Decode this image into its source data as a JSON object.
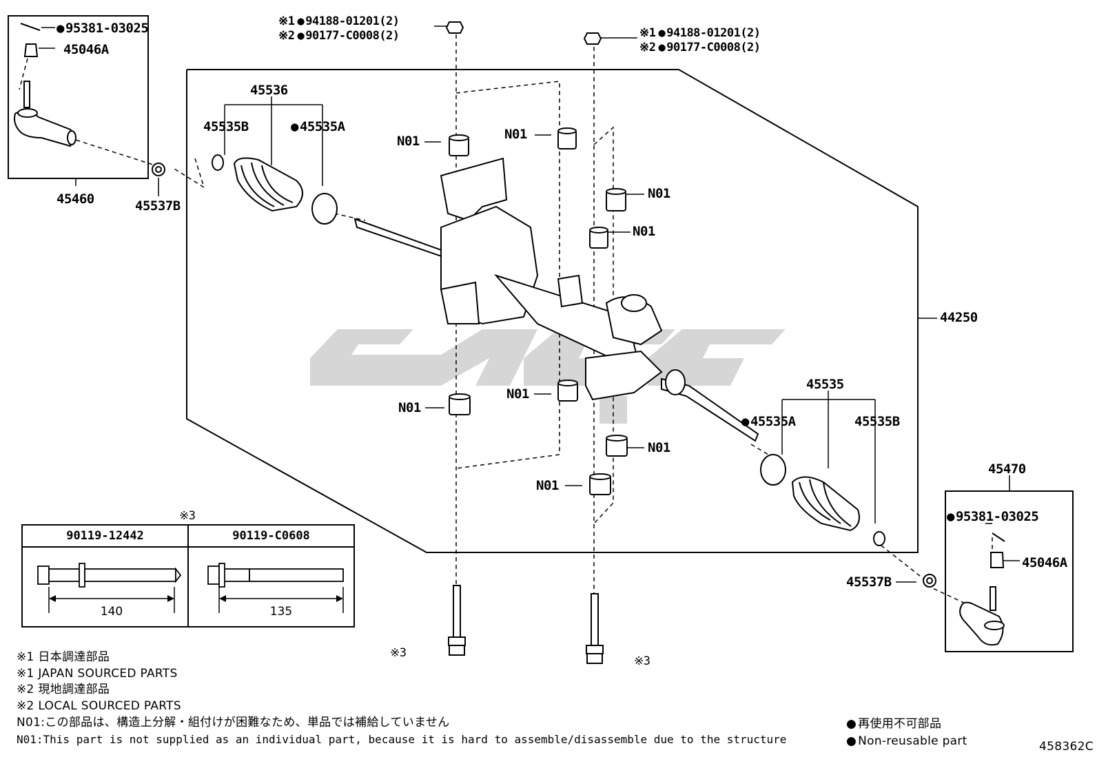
{
  "parts": {
    "cotter_pin_left": "95381-03025",
    "castle_nut_left": "45046A",
    "tie_rod_end_left": "45460",
    "lock_nut_left": "45537B",
    "boot_set_left": "45536",
    "boot_clip_left": "45535B",
    "boot_clamp_left": "45535A",
    "steering_gear_assy": "44250",
    "boot_set_right": "45535",
    "boot_clamp_right": "45535A",
    "boot_clip_right": "45535B",
    "lock_nut_right": "45537B",
    "tie_rod_end_right": "45470",
    "cotter_pin_right": "95381-03025",
    "castle_nut_right": "45046A"
  },
  "nuts_left": {
    "japan": "94188-01201(2)",
    "local": "90177-C0008(2)",
    "mark1": "※1",
    "mark2": "※2"
  },
  "nuts_right": {
    "japan": "94188-01201(2)",
    "local": "90177-C0008(2)",
    "mark1": "※1",
    "mark2": "※2"
  },
  "n01": "N01",
  "bolt_mark": "※3",
  "bolt_table": {
    "mark": "※3",
    "headers": [
      "90119-12442",
      "90119-C0608"
    ],
    "lengths": [
      "140",
      "135"
    ]
  },
  "notes": [
    "※1 日本調達部品",
    "※1 JAPAN SOURCED PARTS",
    "※2 現地調達部品",
    "※2 LOCAL SOURCED PARTS",
    "N01:この部品は、構造上分解・組付けが困難なため、単品では補給していません",
    "N01:This part is not supplied as an individual part, because it is hard to assemble/disassemble due to the structure"
  ],
  "legend": {
    "jp": "再使用不可部品",
    "en": "Non-reusable part"
  },
  "figure_id": "458362C"
}
